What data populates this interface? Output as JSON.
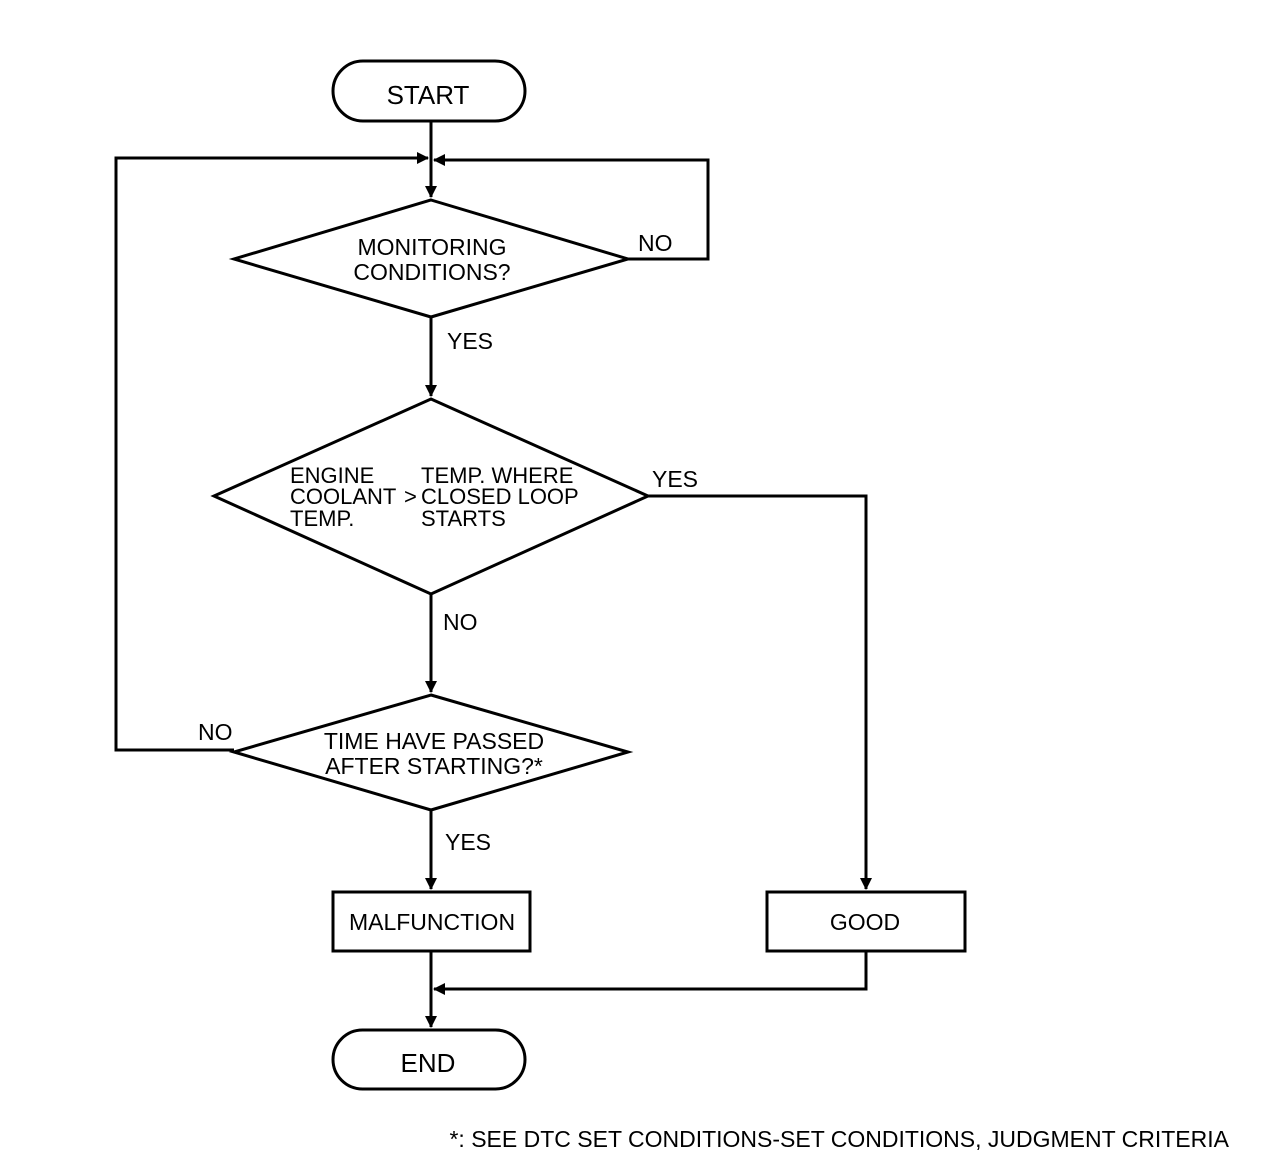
{
  "nodes": {
    "start": "START",
    "monitoring": [
      "MONITORING",
      "CONDITIONS?"
    ],
    "engine_coolant": {
      "left": [
        "ENGINE",
        "COOLANT",
        "TEMP."
      ],
      "operator": ">",
      "right": [
        "TEMP. WHERE",
        "CLOSED LOOP",
        "STARTS"
      ]
    },
    "time_passed": [
      "TIME HAVE PASSED",
      "AFTER STARTING?*"
    ],
    "malfunction": "MALFUNCTION",
    "good": "GOOD",
    "end": "END"
  },
  "edges": {
    "monitoring_no": "NO",
    "monitoring_yes": "YES",
    "coolant_yes": "YES",
    "coolant_no": "NO",
    "time_no": "NO",
    "time_yes": "YES"
  },
  "footnote": "*: SEE DTC SET CONDITIONS-SET CONDITIONS, JUDGMENT CRITERIA"
}
